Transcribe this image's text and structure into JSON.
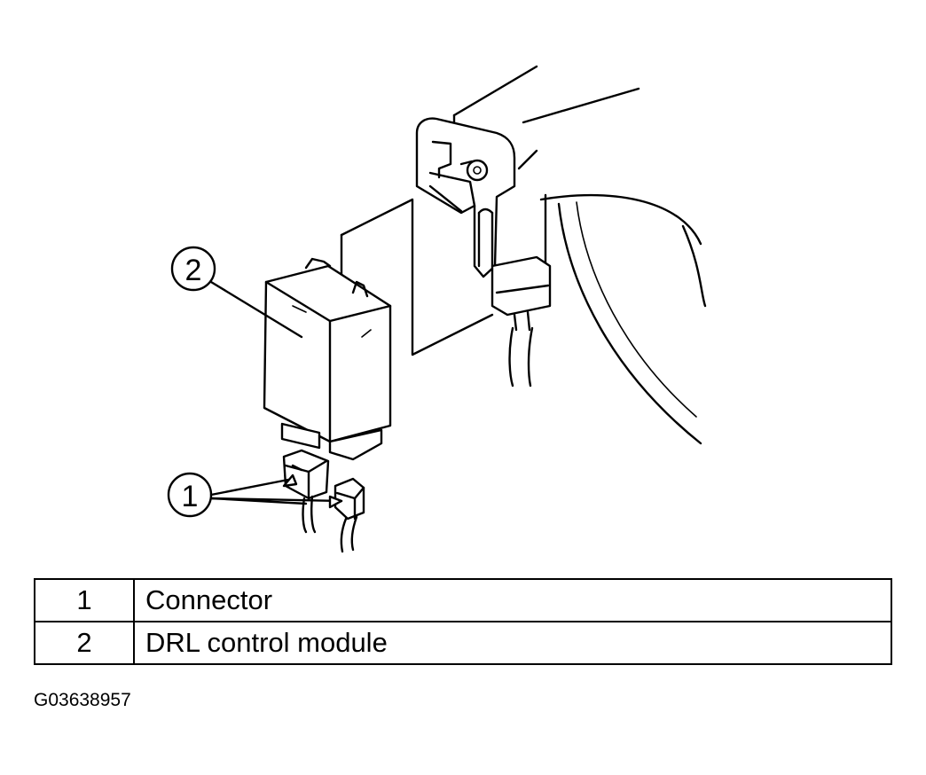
{
  "callouts": [
    {
      "number": "1"
    },
    {
      "number": "2"
    }
  ],
  "legend": {
    "rows": [
      {
        "number": "1",
        "description": "Connector"
      },
      {
        "number": "2",
        "description": "DRL control module"
      }
    ]
  },
  "figure_id": "G03638957"
}
